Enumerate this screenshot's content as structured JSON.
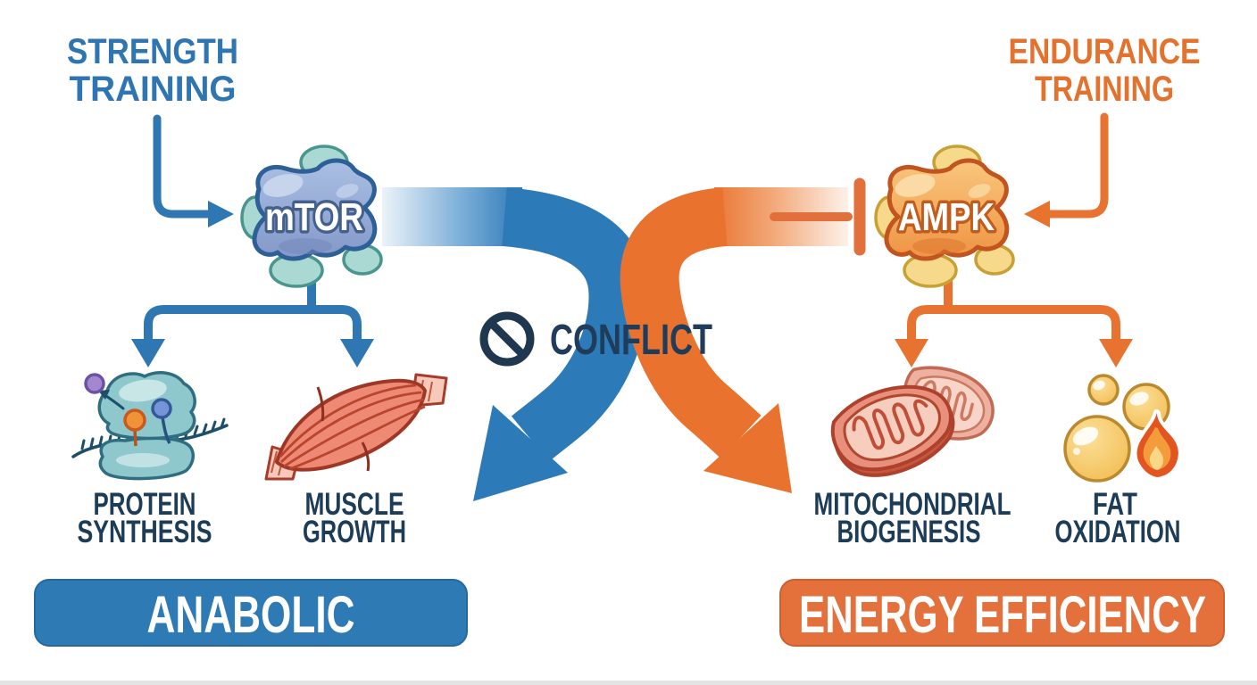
{
  "diagram": {
    "left": {
      "title": {
        "line1": "STRENGTH",
        "line2": "TRAINING"
      },
      "node_label": "mTOR",
      "outcome1": {
        "line1": "PROTEIN",
        "line2": "SYNTHESIS"
      },
      "outcome2": {
        "line1": "MUSCLE",
        "line2": "GROWTH"
      },
      "banner": "ANABOLIC",
      "accent_color": "#2d7ab5"
    },
    "right": {
      "title": {
        "line1": "ENDURANCE",
        "line2": "TRAINING"
      },
      "node_label": "AMPK",
      "outcome1": {
        "line1": "MITOCHONDRIAL",
        "line2": "BIOGENESIS"
      },
      "outcome2": {
        "line1": "FAT",
        "line2": "OXIDATION"
      },
      "banner": "ENERGY EFFICIENCY",
      "accent_color": "#e8722f"
    },
    "center": {
      "label": "CONFLICT"
    },
    "icons": [
      "mtor-node-blob-icon",
      "ampk-node-blob-icon",
      "no-entry-icon",
      "ribosome-icon",
      "muscle-icon",
      "mitochondria-icon",
      "fat-droplets-icon",
      "flame-icon",
      "inhibition-tbar-icon",
      "blue-crossing-arrow",
      "orange-crossing-arrow"
    ],
    "colors": {
      "blue": "#2e75b1",
      "orange": "#e4722f",
      "navy": "#1f3c5a",
      "banner_blue": "#2d7ab5",
      "banner_orange": "#e4703b"
    }
  }
}
